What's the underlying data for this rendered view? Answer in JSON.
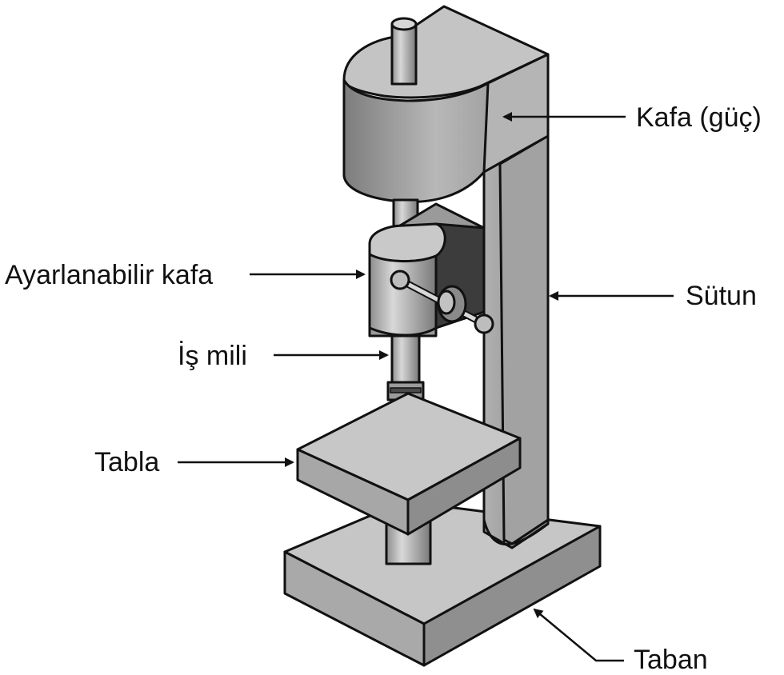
{
  "labels": {
    "head_power": "Kafa (güç)",
    "adjustable_head": "Ayarlanabilir kafa",
    "column": "Sütun",
    "spindle": "İş mili",
    "table": "Tabla",
    "base": "Taban"
  },
  "colors": {
    "outline": "#111111",
    "light_gray": "#c8c8c8",
    "mid_gray": "#a8a8a8",
    "dark_gray": "#6e6e6e",
    "background": "#ffffff"
  }
}
